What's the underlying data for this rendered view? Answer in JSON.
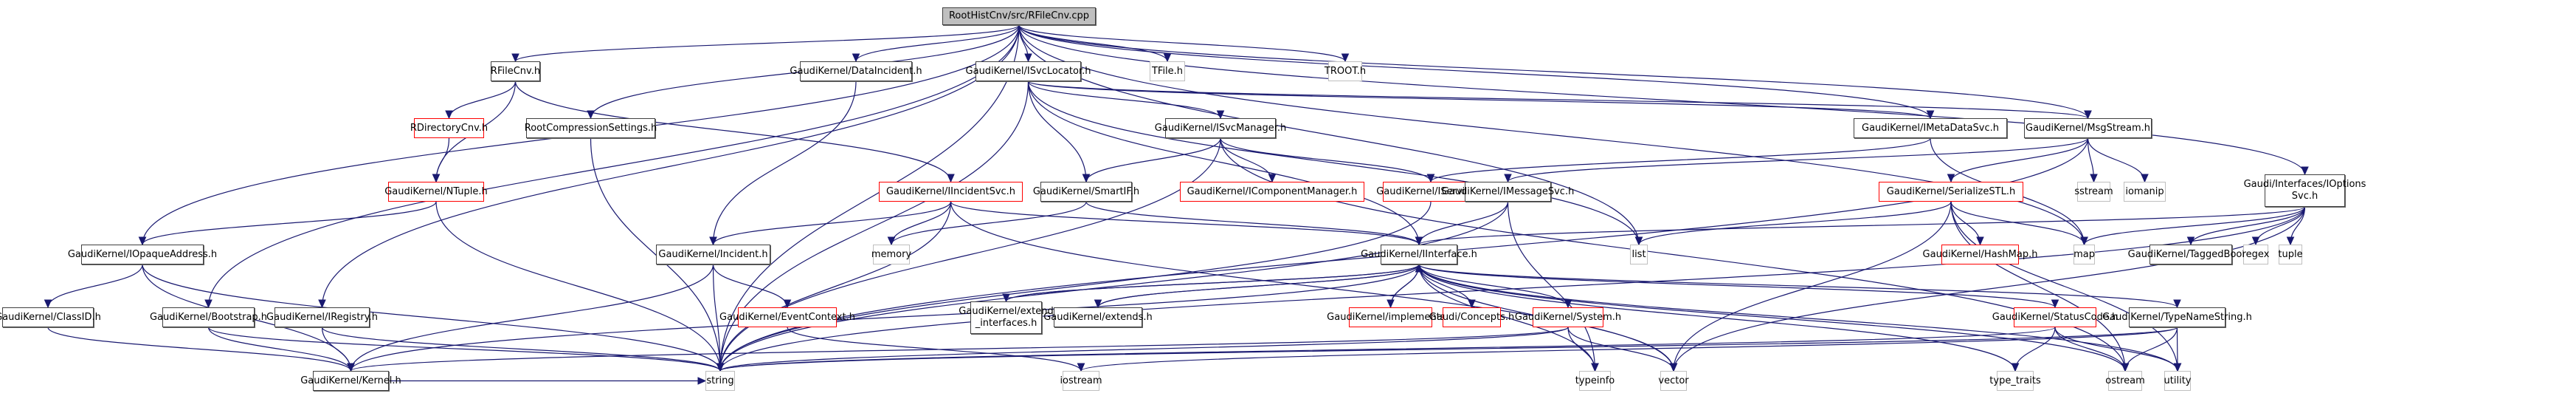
{
  "title": "RootHistCnv/src/RFileCnv.cpp",
  "colors": {
    "edge": "#191970",
    "documented_border": "#404040",
    "undocumented_border": "#ff0000",
    "external_border": "#bfbfbf",
    "root_fill": "#bfbfbf"
  },
  "legend_kinds": {
    "root": "file being documented",
    "black": "documented header",
    "red": "header with truncated include graph",
    "grey": "system / external header"
  },
  "nodes": [
    {
      "id": "root",
      "label": "RootHistCnv/src/RFileCnv.cpp",
      "kind": "root"
    },
    {
      "id": "rfilecnv",
      "label": "RFileCnv.h",
      "kind": "black"
    },
    {
      "id": "datainc",
      "label": "GaudiKernel/DataIncident.h",
      "kind": "black"
    },
    {
      "id": "isvcloc",
      "label": "GaudiKernel/ISvcLocator.h",
      "kind": "black"
    },
    {
      "id": "tfile",
      "label": "TFile.h",
      "kind": "grey"
    },
    {
      "id": "troot",
      "label": "TROOT.h",
      "kind": "grey"
    },
    {
      "id": "rdircnv",
      "label": "RDirectoryCnv.h",
      "kind": "red"
    },
    {
      "id": "rootcomp",
      "label": "RootCompressionSettings.h",
      "kind": "black"
    },
    {
      "id": "isvcmgr",
      "label": "GaudiKernel/ISvcManager.h",
      "kind": "black"
    },
    {
      "id": "imetadata",
      "label": "GaudiKernel/IMetaDataSvc.h",
      "kind": "black"
    },
    {
      "id": "msgstream",
      "label": "GaudiKernel/MsgStream.h",
      "kind": "black"
    },
    {
      "id": "ioptions",
      "label": "Gaudi/Interfaces/IOptions\nSvc.h",
      "kind": "black"
    },
    {
      "id": "ntuple",
      "label": "GaudiKernel/NTuple.h",
      "kind": "red"
    },
    {
      "id": "iincsvc",
      "label": "GaudiKernel/IIncidentSvc.h",
      "kind": "red"
    },
    {
      "id": "smartif",
      "label": "GaudiKernel/SmartIF.h",
      "kind": "black"
    },
    {
      "id": "icompmgr",
      "label": "GaudiKernel/IComponentManager.h",
      "kind": "red"
    },
    {
      "id": "iservice",
      "label": "GaudiKernel/IService.h",
      "kind": "red"
    },
    {
      "id": "imsgsvc",
      "label": "GaudiKernel/IMessageSvc.h",
      "kind": "black"
    },
    {
      "id": "serialize",
      "label": "GaudiKernel/SerializeSTL.h",
      "kind": "red"
    },
    {
      "id": "sstream",
      "label": "sstream",
      "kind": "grey"
    },
    {
      "id": "iomanip",
      "label": "iomanip",
      "kind": "grey"
    },
    {
      "id": "iopaque",
      "label": "GaudiKernel/IOpaqueAddress.h",
      "kind": "black"
    },
    {
      "id": "incident",
      "label": "GaudiKernel/Incident.h",
      "kind": "black"
    },
    {
      "id": "memory",
      "label": "memory",
      "kind": "grey"
    },
    {
      "id": "iinterface",
      "label": "GaudiKernel/IInterface.h",
      "kind": "black"
    },
    {
      "id": "list",
      "label": "list",
      "kind": "grey"
    },
    {
      "id": "hashmap",
      "label": "GaudiKernel/HashMap.h",
      "kind": "red"
    },
    {
      "id": "map",
      "label": "map",
      "kind": "grey"
    },
    {
      "id": "taggedbool",
      "label": "GaudiKernel/TaggedBool.h",
      "kind": "black"
    },
    {
      "id": "regex",
      "label": "regex",
      "kind": "grey"
    },
    {
      "id": "tuple",
      "label": "tuple",
      "kind": "grey"
    },
    {
      "id": "classid",
      "label": "GaudiKernel/ClassID.h",
      "kind": "black"
    },
    {
      "id": "bootstrap",
      "label": "GaudiKernel/Bootstrap.h",
      "kind": "black"
    },
    {
      "id": "iregistry",
      "label": "GaudiKernel/IRegistry.h",
      "kind": "black"
    },
    {
      "id": "eventctx",
      "label": "GaudiKernel/EventContext.h",
      "kind": "red"
    },
    {
      "id": "extendif",
      "label": "GaudiKernel/extend\n_interfaces.h",
      "kind": "black"
    },
    {
      "id": "extends",
      "label": "GaudiKernel/extends.h",
      "kind": "black"
    },
    {
      "id": "implements",
      "label": "GaudiKernel/implements.h",
      "kind": "red"
    },
    {
      "id": "concepts",
      "label": "Gaudi/Concepts.h",
      "kind": "red"
    },
    {
      "id": "system",
      "label": "GaudiKernel/System.h",
      "kind": "red"
    },
    {
      "id": "statuscode",
      "label": "GaudiKernel/StatusCode.h",
      "kind": "red"
    },
    {
      "id": "typename",
      "label": "GaudiKernel/TypeNameString.h",
      "kind": "black"
    },
    {
      "id": "kernel",
      "label": "GaudiKernel/Kernel.h",
      "kind": "black"
    },
    {
      "id": "string",
      "label": "string",
      "kind": "grey"
    },
    {
      "id": "iostream",
      "label": "iostream",
      "kind": "grey"
    },
    {
      "id": "typeinfo",
      "label": "typeinfo",
      "kind": "grey"
    },
    {
      "id": "vector",
      "label": "vector",
      "kind": "grey"
    },
    {
      "id": "type_traits",
      "label": "type_traits",
      "kind": "grey"
    },
    {
      "id": "ostream",
      "label": "ostream",
      "kind": "grey"
    },
    {
      "id": "utility",
      "label": "utility",
      "kind": "grey"
    }
  ],
  "edges": [
    [
      "root",
      "rfilecnv"
    ],
    [
      "root",
      "datainc"
    ],
    [
      "root",
      "isvcloc"
    ],
    [
      "root",
      "tfile"
    ],
    [
      "root",
      "troot"
    ],
    [
      "root",
      "rootcomp"
    ],
    [
      "root",
      "imetadata"
    ],
    [
      "root",
      "msgstream"
    ],
    [
      "root",
      "ioptions"
    ],
    [
      "root",
      "iopaque"
    ],
    [
      "root",
      "bootstrap"
    ],
    [
      "root",
      "iregistry"
    ],
    [
      "root",
      "string"
    ],
    [
      "root",
      "list"
    ],
    [
      "root",
      "map"
    ],
    [
      "rfilecnv",
      "rdircnv"
    ],
    [
      "rfilecnv",
      "ntuple"
    ],
    [
      "rfilecnv",
      "iincsvc"
    ],
    [
      "rdircnv",
      "ntuple"
    ],
    [
      "ntuple",
      "iopaque"
    ],
    [
      "ntuple",
      "string"
    ],
    [
      "datainc",
      "incident"
    ],
    [
      "isvcloc",
      "isvcmgr"
    ],
    [
      "isvcloc",
      "smartif"
    ],
    [
      "isvcloc",
      "iinterface"
    ],
    [
      "isvcloc",
      "string"
    ],
    [
      "isvcloc",
      "list"
    ],
    [
      "isvcloc",
      "imetadata"
    ],
    [
      "isvcloc",
      "msgstream"
    ],
    [
      "isvcmgr",
      "smartif"
    ],
    [
      "isvcmgr",
      "icompmgr"
    ],
    [
      "isvcmgr",
      "iservice"
    ],
    [
      "isvcmgr",
      "string"
    ],
    [
      "isvcmgr",
      "ostream"
    ],
    [
      "rootcomp",
      "string"
    ],
    [
      "imetadata",
      "iservice"
    ],
    [
      "imetadata",
      "map"
    ],
    [
      "msgstream",
      "imsgsvc"
    ],
    [
      "msgstream",
      "serialize"
    ],
    [
      "msgstream",
      "sstream"
    ],
    [
      "msgstream",
      "iomanip"
    ],
    [
      "msgstream",
      "string"
    ],
    [
      "ioptions",
      "iinterface"
    ],
    [
      "ioptions",
      "taggedbool"
    ],
    [
      "ioptions",
      "regex"
    ],
    [
      "ioptions",
      "tuple"
    ],
    [
      "ioptions",
      "vector"
    ],
    [
      "ioptions",
      "string"
    ],
    [
      "ioptions",
      "map"
    ],
    [
      "iincsvc",
      "incident"
    ],
    [
      "iincsvc",
      "iinterface"
    ],
    [
      "iincsvc",
      "memory"
    ],
    [
      "iincsvc",
      "string"
    ],
    [
      "iincsvc",
      "vector"
    ],
    [
      "smartif",
      "iinterface"
    ],
    [
      "smartif",
      "memory"
    ],
    [
      "iservice",
      "string"
    ],
    [
      "imsgsvc",
      "iinterface"
    ],
    [
      "imsgsvc",
      "string"
    ],
    [
      "imsgsvc",
      "typeinfo"
    ],
    [
      "serialize",
      "list"
    ],
    [
      "serialize",
      "map"
    ],
    [
      "serialize",
      "hashmap"
    ],
    [
      "serialize",
      "vector"
    ],
    [
      "serialize",
      "ostream"
    ],
    [
      "serialize",
      "utility"
    ],
    [
      "iopaque",
      "classid"
    ],
    [
      "iopaque",
      "kernel"
    ],
    [
      "iopaque",
      "string"
    ],
    [
      "incident",
      "eventctx"
    ],
    [
      "incident",
      "string"
    ],
    [
      "incident",
      "kernel"
    ],
    [
      "iinterface",
      "extendif"
    ],
    [
      "iinterface",
      "extends"
    ],
    [
      "iinterface",
      "implements"
    ],
    [
      "iinterface",
      "concepts"
    ],
    [
      "iinterface",
      "system"
    ],
    [
      "iinterface",
      "statuscode"
    ],
    [
      "iinterface",
      "typename"
    ],
    [
      "iinterface",
      "kernel"
    ],
    [
      "iinterface",
      "ostream"
    ],
    [
      "iinterface",
      "type_traits"
    ],
    [
      "iinterface",
      "typeinfo"
    ],
    [
      "iinterface",
      "utility"
    ],
    [
      "iinterface",
      "vector"
    ],
    [
      "extendif",
      "iinterface"
    ],
    [
      "extends",
      "iinterface"
    ],
    [
      "implements",
      "iinterface"
    ],
    [
      "classid",
      "kernel"
    ],
    [
      "bootstrap",
      "kernel"
    ],
    [
      "bootstrap",
      "string"
    ],
    [
      "iregistry",
      "kernel"
    ],
    [
      "iregistry",
      "string"
    ],
    [
      "eventctx",
      "iostream"
    ],
    [
      "system",
      "kernel"
    ],
    [
      "system",
      "string"
    ],
    [
      "system",
      "typeinfo"
    ],
    [
      "system",
      "vector"
    ],
    [
      "statuscode",
      "ostream"
    ],
    [
      "statuscode",
      "type_traits"
    ],
    [
      "statuscode",
      "utility"
    ],
    [
      "statuscode",
      "string"
    ],
    [
      "typename",
      "ostream"
    ],
    [
      "typename",
      "utility"
    ],
    [
      "typename",
      "string"
    ],
    [
      "kernel",
      "string"
    ],
    [
      "typename",
      "iostream"
    ]
  ]
}
